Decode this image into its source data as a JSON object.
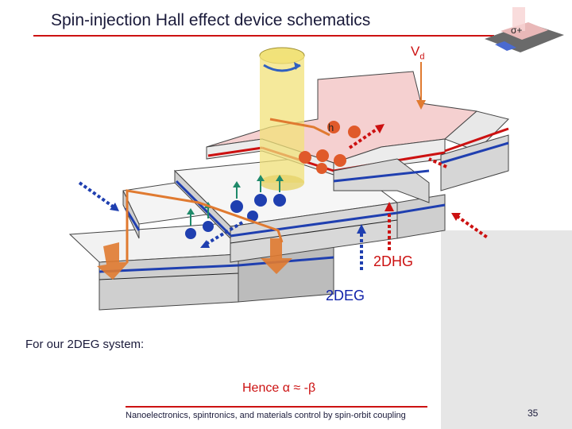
{
  "slide": {
    "title": "Spin-injection Hall effect device schematics",
    "footer": "Nanoelectronics, spintronics, and materials control by spin-orbit coupling",
    "page_number": "35"
  },
  "diagram": {
    "vd_label": "V",
    "vd_subscript": "d",
    "label_2dhg": "2DHG",
    "label_2deg": "2DEG",
    "hole_label": "h",
    "thumbnail_label": "σ+"
  },
  "body": {
    "system_text": "For our 2DEG system:",
    "conclusion": "Hence α ≈ -β"
  },
  "colors": {
    "accent_red": "#cc1111",
    "electron_blue": "#1f3fb0",
    "hole_orange": "#e05a2a",
    "top_layer_pink": "#f5d0d0",
    "laser_yellow": "#f1e27a",
    "spin_green": "#1f8a6a"
  }
}
